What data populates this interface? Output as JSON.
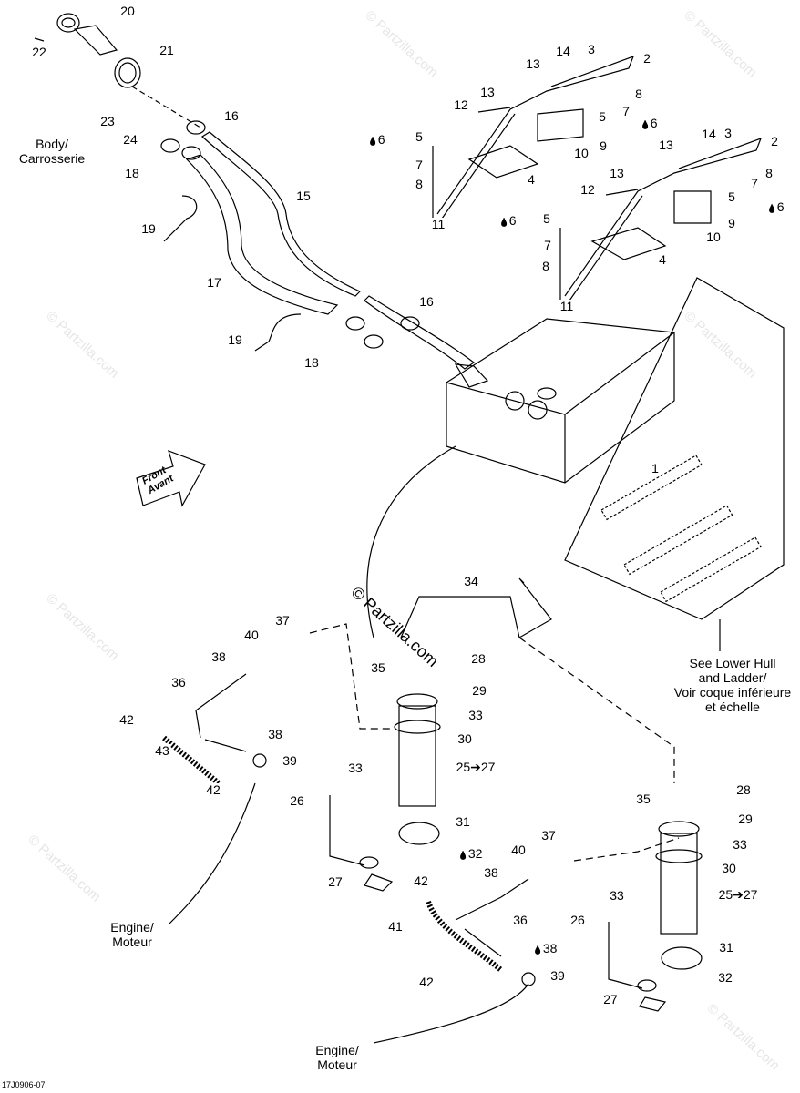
{
  "diagram_code": "17J0906-07",
  "watermark": "© Partzilla.com",
  "center_watermark": "© Partzilla.com",
  "front_arrow": {
    "line1": "Front",
    "line2": "Avant"
  },
  "notes": {
    "body": [
      "Body/",
      "Carrosserie"
    ],
    "engine_left": [
      "Engine/",
      "Moteur"
    ],
    "engine_bottom": [
      "Engine/",
      "Moteur"
    ],
    "lower_hull": [
      "See Lower Hull",
      "and Ladder/",
      "Voir coque inférieure",
      "et échelle"
    ]
  },
  "callouts": [
    "20",
    "21",
    "22",
    "23",
    "24",
    "16",
    "18",
    "15",
    "19",
    "17",
    "16",
    "19",
    "18",
    "14",
    "3",
    "13",
    "2",
    "13",
    "8",
    "12",
    "7",
    "5",
    "6",
    "9",
    "10",
    "5",
    "6",
    "7",
    "8",
    "4",
    "11",
    "14",
    "3",
    "13",
    "2",
    "8",
    "7",
    "12",
    "13",
    "5",
    "6",
    "9",
    "10",
    "5",
    "6",
    "7",
    "8",
    "4",
    "11",
    "1",
    "34",
    "37",
    "40",
    "38",
    "35",
    "28",
    "29",
    "36",
    "33",
    "42",
    "30",
    "38",
    "43",
    "39",
    "33",
    "25➔27",
    "42",
    "26",
    "31",
    "32",
    "27",
    "42",
    "37",
    "40",
    "38",
    "35",
    "28",
    "29",
    "33",
    "30",
    "36",
    "41",
    "33",
    "25➔27",
    "26",
    "31",
    "32",
    "38",
    "39",
    "42",
    "27"
  ],
  "icons": {
    "drop": "sealant-drop-icon"
  },
  "colors": {
    "line": "#000000",
    "watermark": "#e6e6e6"
  }
}
